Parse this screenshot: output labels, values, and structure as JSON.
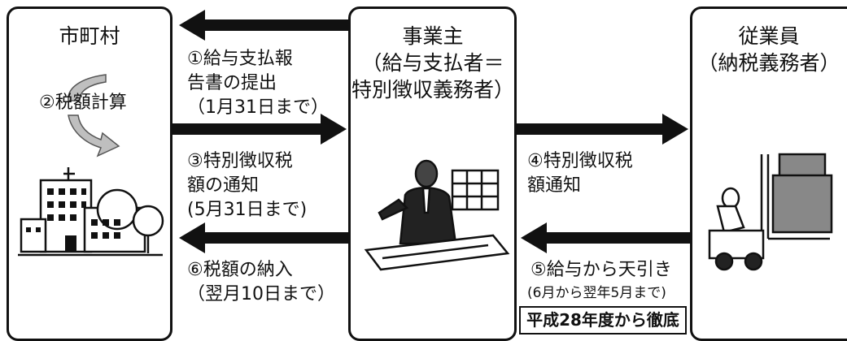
{
  "parties": {
    "municipality": "市町村",
    "employer": "事業主\n（給与支払者＝\n特別徴収義務者）",
    "employee": "従業員\n（納税義務者）"
  },
  "steps": {
    "step1": "①給与支払報\n告書の提出\n（1月31日まで）",
    "step2": "②税額計算",
    "step3": "③特別徴収税\n額の通知\n(5月31日まで)",
    "step4": "④特別徴収税\n額通知",
    "step5_main": "⑤給与から天引き",
    "step5_period": "(6月から翌年5月まで)",
    "step6": "⑥税額の納入\n（翌月10日まで）"
  },
  "notice": "平成28年度から徹底",
  "colors": {
    "arrow": "#111111",
    "cycle_arrow": "#bfbfbf",
    "border": "#111111"
  }
}
